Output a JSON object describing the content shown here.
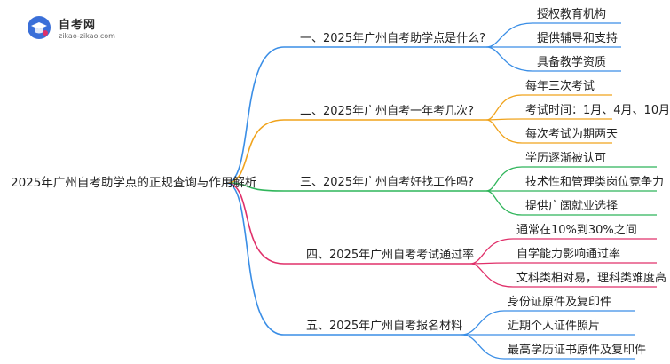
{
  "brand": {
    "title": "自考网",
    "subtitle": "zikao-zikao.com"
  },
  "root": "2025年广州自考助学点的正规查询与作用解析",
  "branches": [
    {
      "label": "一、2025年广州自考助学点是什么?",
      "color": "#3a8ee6",
      "leaves": [
        "授权教育机构",
        "提供辅导和支持",
        "具备教学资质"
      ]
    },
    {
      "label": "二、2025年广州自考一年考几次?",
      "color": "#f0a31c",
      "leaves": [
        "每年三次考试",
        "考试时间：1月、4月、10月",
        "每次考试为期两天"
      ]
    },
    {
      "label": "三、2025年广州自考好找工作吗?",
      "color": "#2fb55a",
      "leaves": [
        "学历逐渐被认可",
        "技术性和管理类岗位竞争力",
        "提供广阔就业选择"
      ]
    },
    {
      "label": "四、2025年广州自考考试通过率",
      "color": "#e0306a",
      "leaves": [
        "通常在10%到30%之间",
        "自学能力影响通过率",
        "文科类相对易，理科类难度高"
      ]
    },
    {
      "label": "五、2025年广州自考报名材料",
      "color": "#3a8ee6",
      "leaves": [
        "身份证原件及复印件",
        "近期个人证件照片",
        "最高学历证书原件及复印件"
      ]
    }
  ]
}
